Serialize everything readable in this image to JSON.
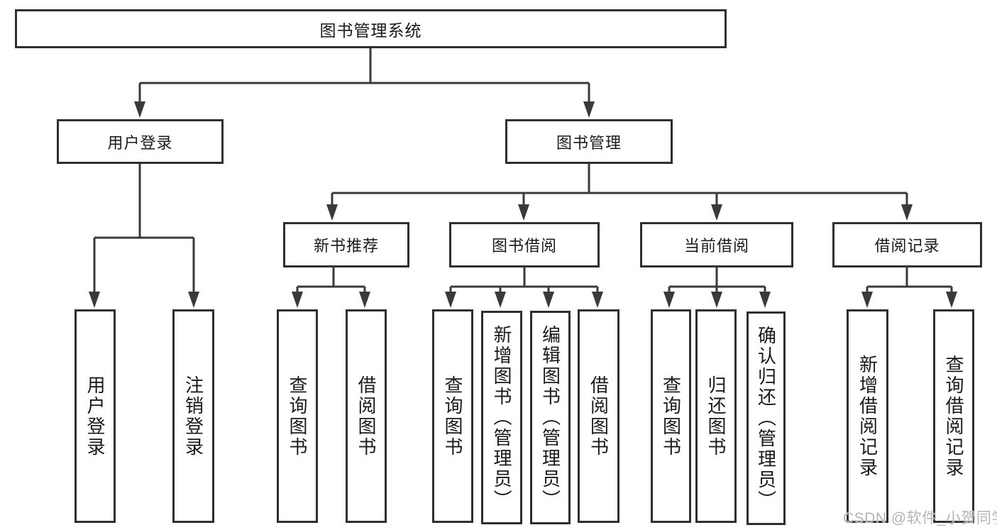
{
  "tree": {
    "root": {
      "label": "图书管理系统"
    },
    "branches": [
      {
        "label": "用户登录",
        "children": [
          {
            "label": "用户登录"
          },
          {
            "label": "注销登录"
          }
        ]
      },
      {
        "label": "图书管理",
        "groups": [
          {
            "label": "新书推荐",
            "children": [
              {
                "label": "查询图书"
              },
              {
                "label": "借阅图书"
              }
            ]
          },
          {
            "label": "图书借阅",
            "children": [
              {
                "label": "查询图书"
              },
              {
                "label": "新增图书（管理员）"
              },
              {
                "label": "编辑图书（管理员）"
              },
              {
                "label": "借阅图书"
              }
            ]
          },
          {
            "label": "当前借阅",
            "children": [
              {
                "label": "查询图书"
              },
              {
                "label": "归还图书"
              },
              {
                "label": "确认归还（管理员）"
              }
            ]
          },
          {
            "label": "借阅记录",
            "children": [
              {
                "label": "新增借阅记录"
              },
              {
                "label": "查询借阅记录"
              }
            ]
          }
        ]
      }
    ]
  },
  "watermark": "CSDN @软件_小贺同学",
  "colors": {
    "line": "#3a3a3a",
    "box_border": "#2f2f2f",
    "text": "#1a1a1a",
    "watermark": "#b4b4b4",
    "background": "#ffffff"
  }
}
